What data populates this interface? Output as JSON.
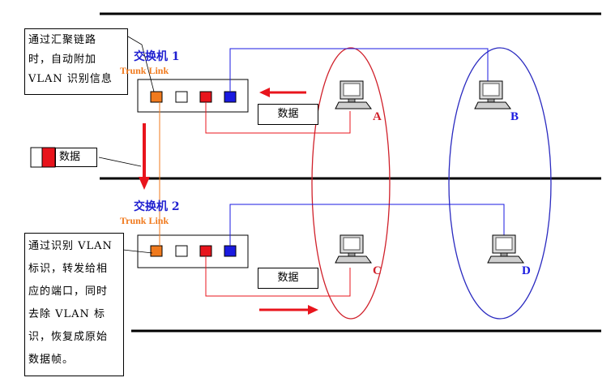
{
  "notes": {
    "top": [
      "通过汇聚链路",
      "时，自动附加",
      "VLAN 识别信息"
    ],
    "bottom": [
      "通过识别 VLAN",
      "标识，转发给相",
      "应的端口，同时",
      "去除 VLAN 标",
      "识，恢复成原始",
      "数据帧。"
    ]
  },
  "switch1": {
    "label": "交换机 1",
    "trunk": "Trunk Link"
  },
  "switch2": {
    "label": "交换机 2",
    "trunk": "Trunk Link"
  },
  "frames": {
    "top_data": "数据",
    "tagged_data": "数据",
    "bottom_data": "数据"
  },
  "pcs": {
    "a": "A",
    "b": "B",
    "c": "C",
    "d": "D"
  },
  "colors": {
    "vlan_red": "#e8141c",
    "vlan_blue": "#1a1ae0",
    "trunk_orange": "#f07a1e",
    "ellipse_red": "#d0202a",
    "ellipse_blue": "#2a2ac0"
  }
}
